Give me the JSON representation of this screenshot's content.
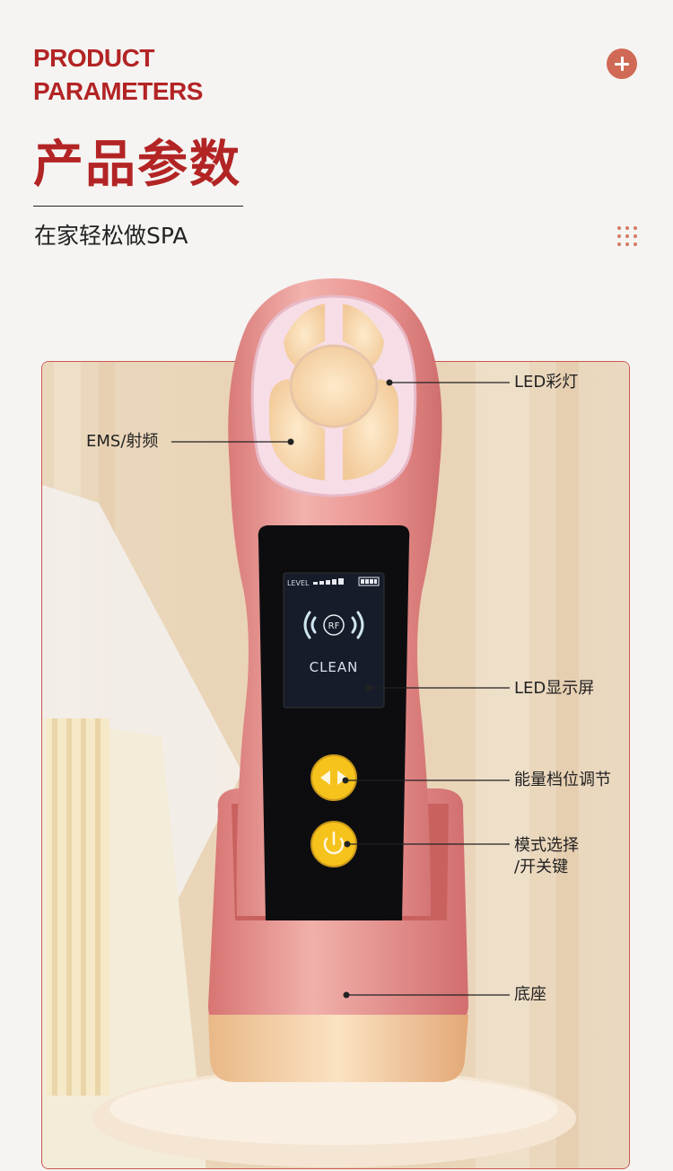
{
  "header": {
    "en_title_line1": "PRODUCT",
    "en_title_line2": "PARAMETERS",
    "cn_title": "产品参数",
    "subtitle": "在家轻松做SPA",
    "plus_icon": "plus-icon",
    "dots_icon": "dots-grid-icon"
  },
  "screen": {
    "level_label": "LEVEL",
    "rf_label": "RF",
    "mode_label": "CLEAN"
  },
  "callouts": {
    "led_light": "LED彩灯",
    "ems_rf": "EMS/射频",
    "led_display": "LED显示屏",
    "energy_adjust": "能量档位调节",
    "mode_select_line1": "模式选择",
    "mode_select_line2": "/开关键",
    "base": "底座"
  },
  "colors": {
    "brand_red": "#b32425",
    "accent_coral": "#d06a56",
    "device_pink": "#e59a96",
    "button_yellow": "#f6c21c"
  }
}
